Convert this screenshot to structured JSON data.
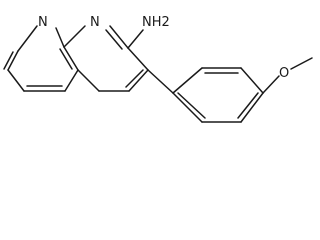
{
  "molecule": {
    "labels": {
      "n1": "N",
      "n8": "N",
      "amine": "NH2",
      "oxygen": "O"
    }
  }
}
